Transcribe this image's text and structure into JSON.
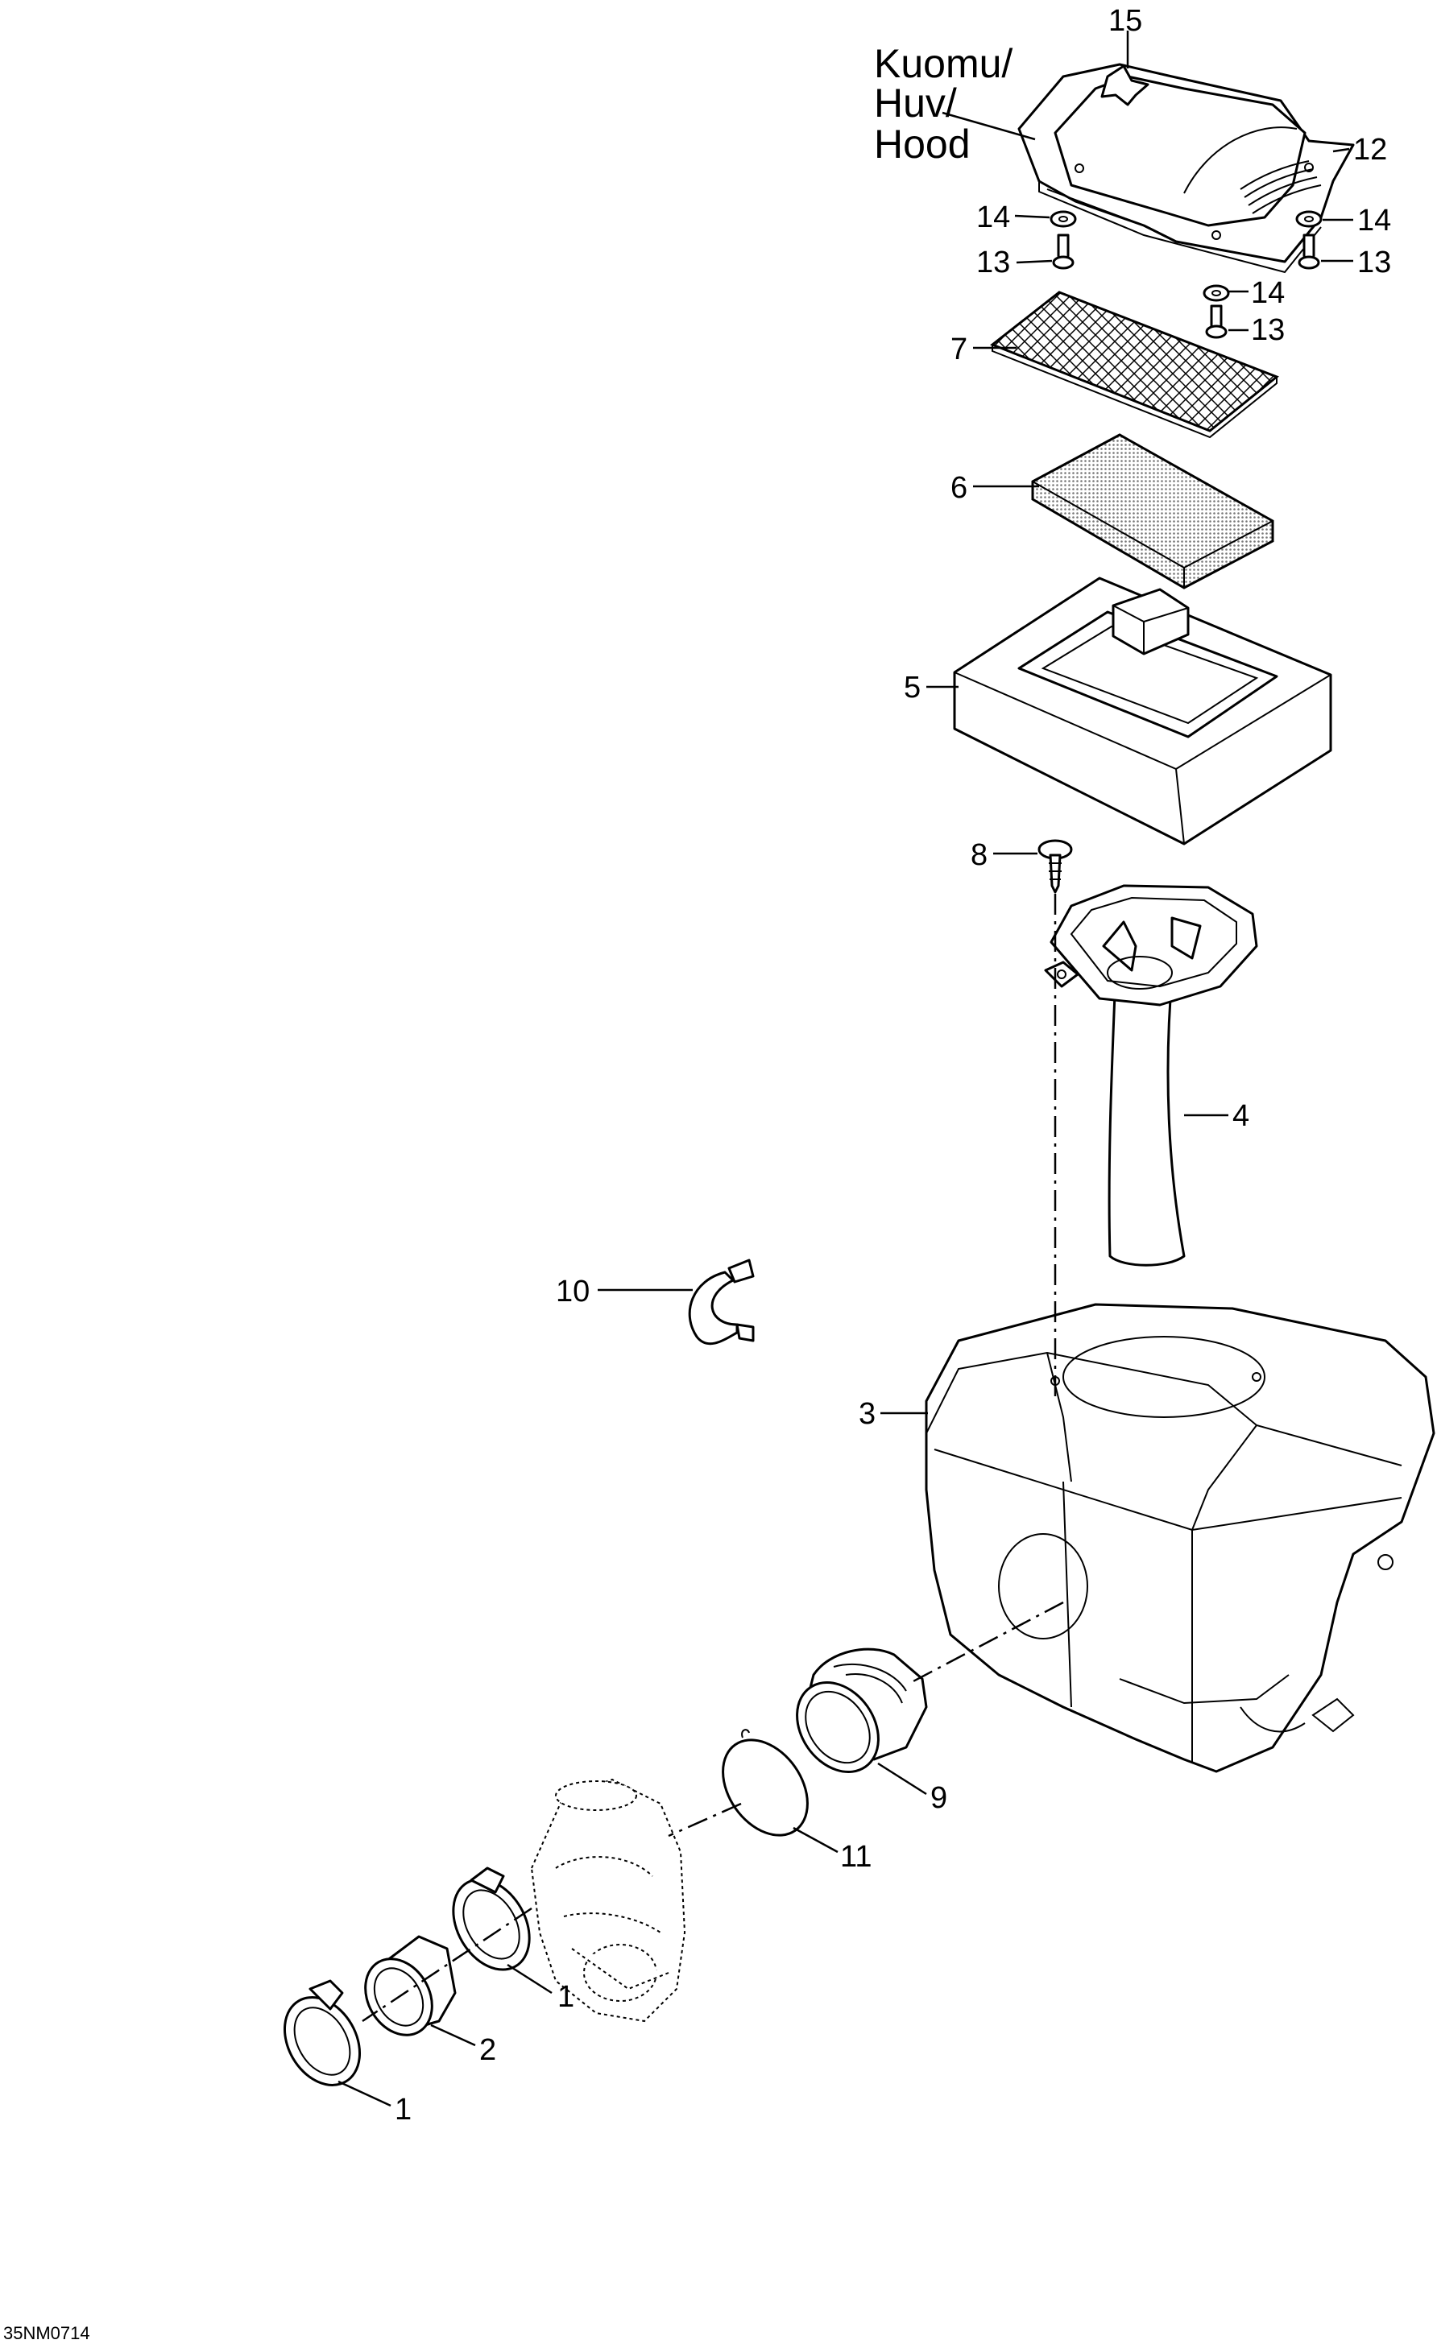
{
  "hood_label": {
    "line1": "Kuomu/",
    "line2": "Huv/",
    "line3": "Hood"
  },
  "callouts": {
    "c15": "15",
    "c12": "12",
    "c14a": "14",
    "c13a": "13",
    "c14b": "14",
    "c13b": "13",
    "c14c": "14",
    "c13c": "13",
    "c7": "7",
    "c6": "6",
    "c5": "5",
    "c8": "8",
    "c4": "4",
    "c10": "10",
    "c3": "3",
    "c9": "9",
    "c11": "11",
    "c1a": "1",
    "c2": "2",
    "c1b": "1"
  },
  "drawing_code": "35NM0714"
}
